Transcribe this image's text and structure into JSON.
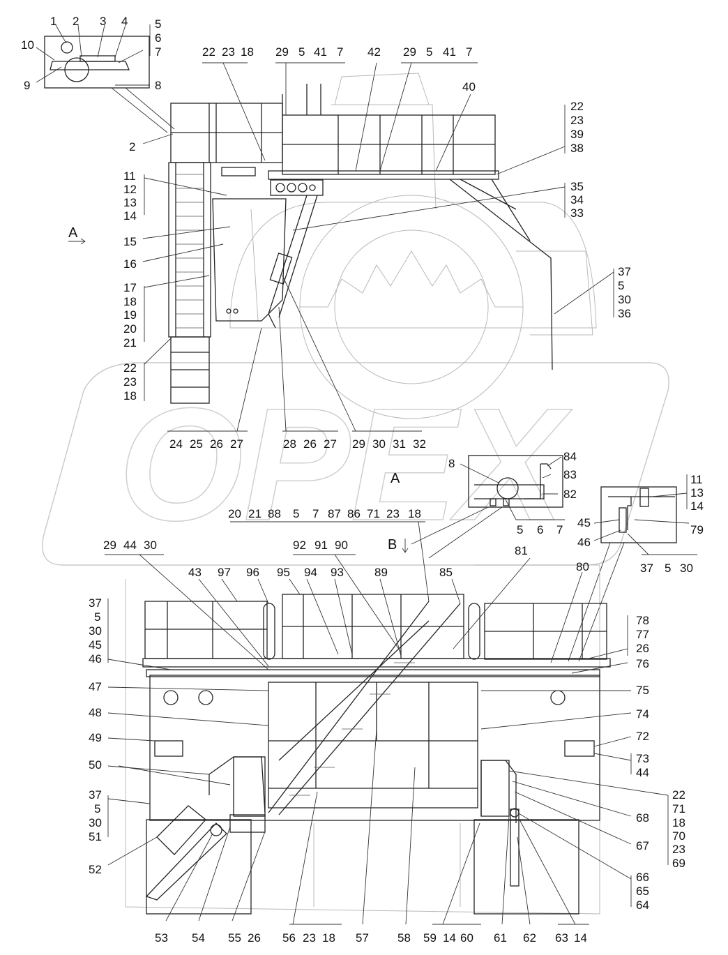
{
  "top_view": {
    "labels": [
      "1",
      "2",
      "3",
      "4",
      "5",
      "6",
      "7",
      "10",
      "9",
      "8",
      "22",
      "23",
      "18",
      "29",
      "5",
      "41",
      "7",
      "42",
      "29",
      "5",
      "41",
      "7",
      "40",
      "2",
      "22",
      "23",
      "39",
      "38",
      "11",
      "12",
      "13",
      "14",
      "35",
      "34",
      "33",
      "15",
      "16",
      "17",
      "18",
      "19",
      "20",
      "21",
      "37",
      "5",
      "30",
      "36",
      "22",
      "23",
      "18",
      "24",
      "25",
      "26",
      "27",
      "28",
      "26",
      "27",
      "29",
      "30",
      "31",
      "32"
    ],
    "view_marker": "A"
  },
  "detail_a": {
    "title": "A",
    "labels": [
      "8",
      "84",
      "83",
      "82",
      "5",
      "6",
      "7"
    ]
  },
  "detail_right": {
    "labels": [
      "11",
      "13",
      "14",
      "45",
      "46",
      "79",
      "37",
      "5",
      "30"
    ]
  },
  "front_view": {
    "header_labels": [
      "20",
      "21",
      "88",
      "5",
      "7",
      "87",
      "86",
      "71",
      "23",
      "18"
    ],
    "view_marker": "B",
    "labels": [
      "29",
      "44",
      "30",
      "92",
      "91",
      "90",
      "81",
      "43",
      "97",
      "96",
      "95",
      "94",
      "93",
      "89",
      "85",
      "80",
      "37",
      "5",
      "30",
      "45",
      "46",
      "78",
      "77",
      "26",
      "76",
      "47",
      "75",
      "48",
      "74",
      "49",
      "72",
      "73",
      "44",
      "50",
      "37",
      "5",
      "30",
      "51",
      "22",
      "71",
      "18",
      "70",
      "23",
      "69",
      "68",
      "67",
      "52",
      "66",
      "65",
      "64",
      "53",
      "54",
      "55",
      "26",
      "56",
      "23",
      "18",
      "57",
      "58",
      "59",
      "14",
      "60",
      "61",
      "62",
      "63",
      "14"
    ]
  },
  "watermark": {
    "text": "OPEX"
  },
  "colors": {
    "line": "#222222",
    "ghost": "#b9b9b9",
    "watermark": "#cfcfcf"
  }
}
